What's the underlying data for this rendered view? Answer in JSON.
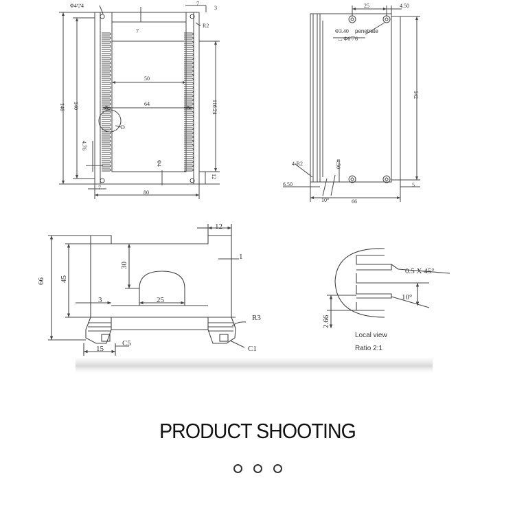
{
  "front_view": {
    "labels": {
      "hole_top_left": "Φ4▽4",
      "top_7": "7",
      "top_3": "3",
      "r2": "R2",
      "inner_7": "7",
      "overall_height": "146",
      "inner_height": "140",
      "width_50": "50",
      "width_64": "64",
      "height_116": "116.24",
      "detail_marker": "D",
      "dim_4_76": "4.76",
      "hole_phi4": "Φ4",
      "dim_12": "12",
      "bottom_7": "7",
      "overall_width": "80"
    }
  },
  "side_view": {
    "labels": {
      "top_25": "25",
      "top_4_50": "4.50",
      "hole_note": "Φ3.40",
      "penetrate": "penetrate",
      "counterbore": "⌴ Φ6▽6",
      "height_142": "142",
      "chamfer_4r2": "4-R2",
      "dim_4_50b": "4.50",
      "dim_6_50": "6.50",
      "angle_10": "10°",
      "width_66": "66",
      "dim_5": "5"
    }
  },
  "bottom_view": {
    "labels": {
      "top_12": "12",
      "dim_1": "1",
      "dim_66": "66",
      "dim_45": "45",
      "dim_30": "30",
      "dim_3": "3",
      "dim_25": "25",
      "r3": "R3",
      "c5": "C5",
      "dim_15": "15",
      "c1": "C1"
    }
  },
  "local_view": {
    "labels": {
      "chamfer": "0.5 X 45°",
      "angle": "10°",
      "dim_2_66": "2.66",
      "caption": "Local view",
      "ratio": "Ratio 2:1"
    }
  },
  "section_title": "PRODUCT SHOOTING",
  "carousel_dots": 3
}
